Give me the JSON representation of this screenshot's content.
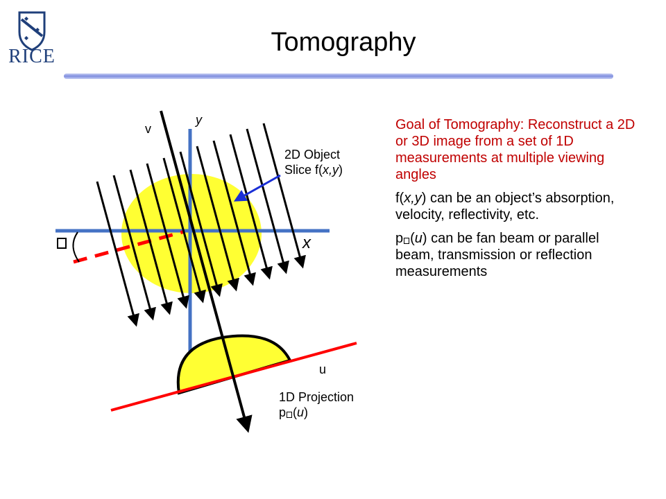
{
  "slide": {
    "title": "Tomography",
    "logo_text": "RICE"
  },
  "diagram": {
    "axis_y_label": "y",
    "axis_x_label": "x",
    "axis_v_label": "v",
    "axis_u_label": "u",
    "object_label_line1": "2D Object",
    "object_label_line2_prefix": "Slice f(",
    "object_label_line2_vars": "x,y",
    "object_label_line2_suffix": ")",
    "projection_label_line1": "1D Projection",
    "projection_label_prefix": "p",
    "projection_label_open": "(",
    "projection_label_var": "u",
    "projection_label_close": ")"
  },
  "text": {
    "goal": "Goal of Tomography: Reconstruct a 2D or 3D image from a set of 1D measurements at multiple viewing angles",
    "para2_prefix": "f(",
    "para2_vars": "x,y",
    "para2_rest": ") can be an object’s absorption, velocity, reflectivity, etc.",
    "para3_prefix": "p",
    "para3_open": "(",
    "para3_var": "u",
    "para3_rest": ") can be fan beam or parallel beam, transmission or reflection measurements"
  },
  "colors": {
    "axis_blue": "#4472c4",
    "circle_yellow": "#ffff33",
    "line_red": "#ff0000",
    "goal_red": "#c00000",
    "rice_blue": "#1f3f7a"
  }
}
